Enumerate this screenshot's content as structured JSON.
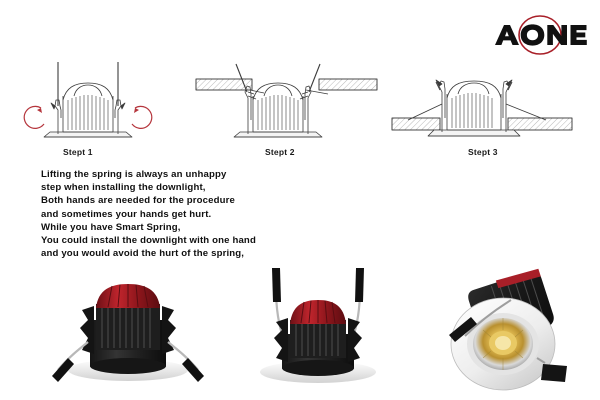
{
  "brand": {
    "logo_text": "AONE",
    "logo_ring_color": "#a81f28",
    "logo_text_color": "#111111"
  },
  "steps": [
    {
      "label": "Stept 1",
      "icon": "downlight-springs-up-diagram"
    },
    {
      "label": "Stept 2",
      "icon": "downlight-inserting-ceiling-diagram"
    },
    {
      "label": "Stept 3",
      "icon": "downlight-installed-ceiling-diagram"
    }
  ],
  "description": {
    "lines": [
      "Lifting the spring is always an unhappy",
      "step when installing the downlight,",
      "Both hands are needed for the procedure",
      "and sometimes your hands get hurt.",
      "While you have Smart Spring,",
      "You could install the downlight with one hand",
      "and you would avoid the hurt of the spring,"
    ]
  },
  "photos": [
    {
      "name": "downlight-springs-down-photo"
    },
    {
      "name": "downlight-springs-up-photo"
    },
    {
      "name": "downlight-angled-lit-photo"
    }
  ],
  "colors": {
    "background": "#ffffff",
    "line": "#3c3c3c",
    "arrow_red": "#b5353c",
    "body_black": "#1a1a1a",
    "cap_red": "#9c1c22",
    "trim_white": "#f2f2f2",
    "lens_amber": "#d8a93a"
  }
}
